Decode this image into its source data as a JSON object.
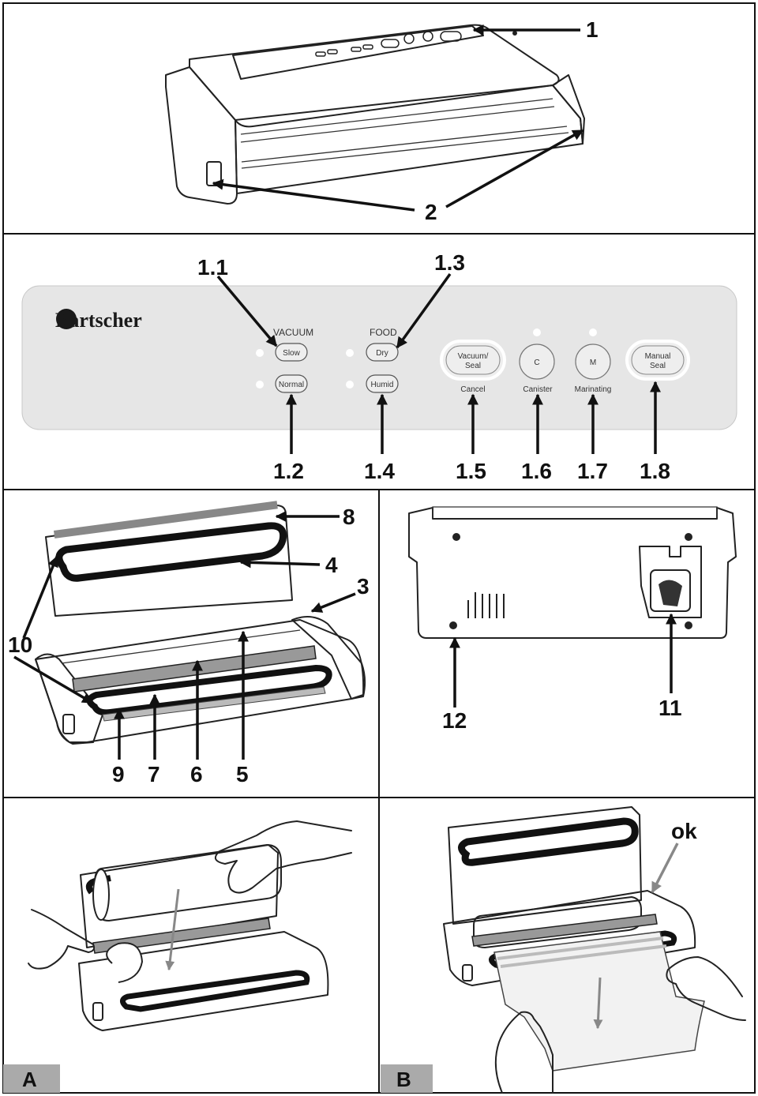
{
  "section1": {
    "callouts": [
      "1",
      "2"
    ]
  },
  "section2": {
    "brand": "Bartscher",
    "vacuum_label": "VACUUM",
    "food_label": "FOOD",
    "buttons": {
      "slow": "Slow",
      "normal": "Normal",
      "dry": "Dry",
      "humid": "Humid",
      "vacuum_seal_line1": "Vacuum/",
      "vacuum_seal_line2": "Seal",
      "cancel": "Cancel",
      "canister_symbol": "C",
      "canister": "Canister",
      "marinating_symbol": "M",
      "marinating": "Marinating",
      "manual_seal_line1": "Manual",
      "manual_seal_line2": "Seal"
    },
    "callouts": [
      "1.1",
      "1.3",
      "1.2",
      "1.4",
      "1.5",
      "1.6",
      "1.7",
      "1.8"
    ]
  },
  "section3": {
    "callouts": [
      "8",
      "4",
      "3",
      "10",
      "9",
      "7",
      "6",
      "5"
    ]
  },
  "section4": {
    "callouts": [
      "12",
      "11"
    ]
  },
  "section5": {
    "corner_label": "A"
  },
  "section6": {
    "corner_label": "B",
    "ok_label": "ok"
  }
}
